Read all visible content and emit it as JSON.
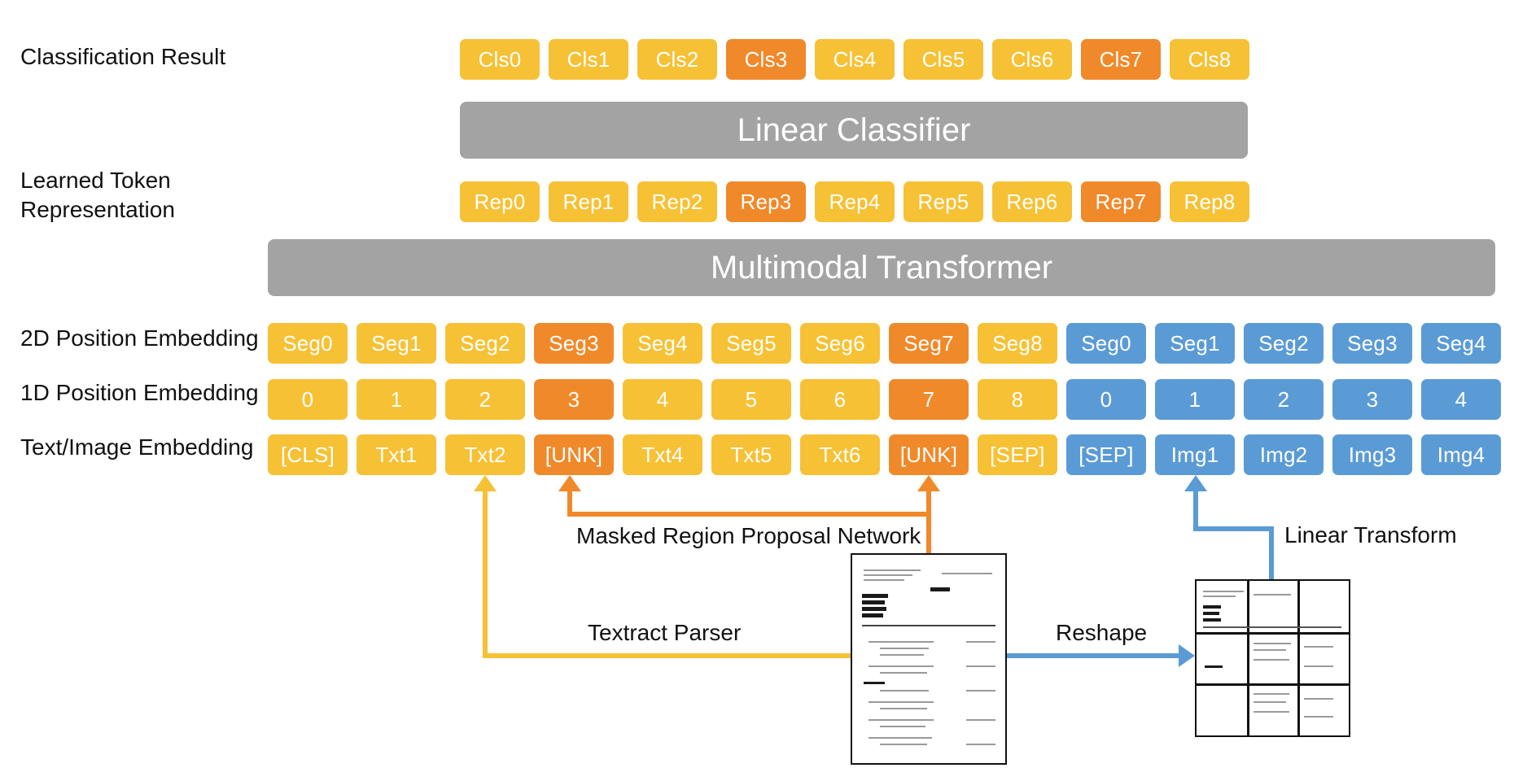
{
  "row_labels": {
    "classification": "Classification Result",
    "representation": "Learned Token\nRepresentation",
    "pos2d": "2D Position Embedding",
    "pos1d": "1D Position Embedding",
    "embedding": "Text/Image Embedding"
  },
  "classification_tokens": [
    {
      "label": "Cls0",
      "kind": "y"
    },
    {
      "label": "Cls1",
      "kind": "y"
    },
    {
      "label": "Cls2",
      "kind": "y"
    },
    {
      "label": "Cls3",
      "kind": "o"
    },
    {
      "label": "Cls4",
      "kind": "y"
    },
    {
      "label": "Cls5",
      "kind": "y"
    },
    {
      "label": "Cls6",
      "kind": "y"
    },
    {
      "label": "Cls7",
      "kind": "o"
    },
    {
      "label": "Cls8",
      "kind": "y"
    }
  ],
  "linear_classifier": "Linear Classifier",
  "representation_tokens": [
    {
      "label": "Rep0",
      "kind": "y"
    },
    {
      "label": "Rep1",
      "kind": "y"
    },
    {
      "label": "Rep2",
      "kind": "y"
    },
    {
      "label": "Rep3",
      "kind": "o"
    },
    {
      "label": "Rep4",
      "kind": "y"
    },
    {
      "label": "Rep5",
      "kind": "y"
    },
    {
      "label": "Rep6",
      "kind": "y"
    },
    {
      "label": "Rep7",
      "kind": "o"
    },
    {
      "label": "Rep8",
      "kind": "y"
    }
  ],
  "multimodal_transformer": "Multimodal Transformer",
  "pos2d_tokens": [
    {
      "label": "Seg0",
      "kind": "y"
    },
    {
      "label": "Seg1",
      "kind": "y"
    },
    {
      "label": "Seg2",
      "kind": "y"
    },
    {
      "label": "Seg3",
      "kind": "o"
    },
    {
      "label": "Seg4",
      "kind": "y"
    },
    {
      "label": "Seg5",
      "kind": "y"
    },
    {
      "label": "Seg6",
      "kind": "y"
    },
    {
      "label": "Seg7",
      "kind": "o"
    },
    {
      "label": "Seg8",
      "kind": "y"
    },
    {
      "label": "Seg0",
      "kind": "b"
    },
    {
      "label": "Seg1",
      "kind": "b"
    },
    {
      "label": "Seg2",
      "kind": "b"
    },
    {
      "label": "Seg3",
      "kind": "b"
    },
    {
      "label": "Seg4",
      "kind": "b"
    }
  ],
  "pos1d_tokens": [
    {
      "label": "0",
      "kind": "y"
    },
    {
      "label": "1",
      "kind": "y"
    },
    {
      "label": "2",
      "kind": "y"
    },
    {
      "label": "3",
      "kind": "o"
    },
    {
      "label": "4",
      "kind": "y"
    },
    {
      "label": "5",
      "kind": "y"
    },
    {
      "label": "6",
      "kind": "y"
    },
    {
      "label": "7",
      "kind": "o"
    },
    {
      "label": "8",
      "kind": "y"
    },
    {
      "label": "0",
      "kind": "b"
    },
    {
      "label": "1",
      "kind": "b"
    },
    {
      "label": "2",
      "kind": "b"
    },
    {
      "label": "3",
      "kind": "b"
    },
    {
      "label": "4",
      "kind": "b"
    }
  ],
  "embedding_tokens": [
    {
      "label": "[CLS]",
      "kind": "y"
    },
    {
      "label": "Txt1",
      "kind": "y"
    },
    {
      "label": "Txt2",
      "kind": "y"
    },
    {
      "label": "[UNK]",
      "kind": "o"
    },
    {
      "label": "Txt4",
      "kind": "y"
    },
    {
      "label": "Txt5",
      "kind": "y"
    },
    {
      "label": "Txt6",
      "kind": "y"
    },
    {
      "label": "[UNK]",
      "kind": "o"
    },
    {
      "label": "[SEP]",
      "kind": "y"
    },
    {
      "label": "[SEP]",
      "kind": "b"
    },
    {
      "label": "Img1",
      "kind": "b"
    },
    {
      "label": "Img2",
      "kind": "b"
    },
    {
      "label": "Img3",
      "kind": "b"
    },
    {
      "label": "Img4",
      "kind": "b"
    }
  ],
  "annotations": {
    "masked_rpn": "Masked Region Proposal Network",
    "textract": "Textract Parser",
    "reshape": "Reshape",
    "linear_transform": "Linear Transform"
  },
  "colors": {
    "text_token": "#f6c135",
    "masked_token": "#f0892a",
    "image_token": "#5b9bd5",
    "gray_block": "#a3a3a3"
  }
}
